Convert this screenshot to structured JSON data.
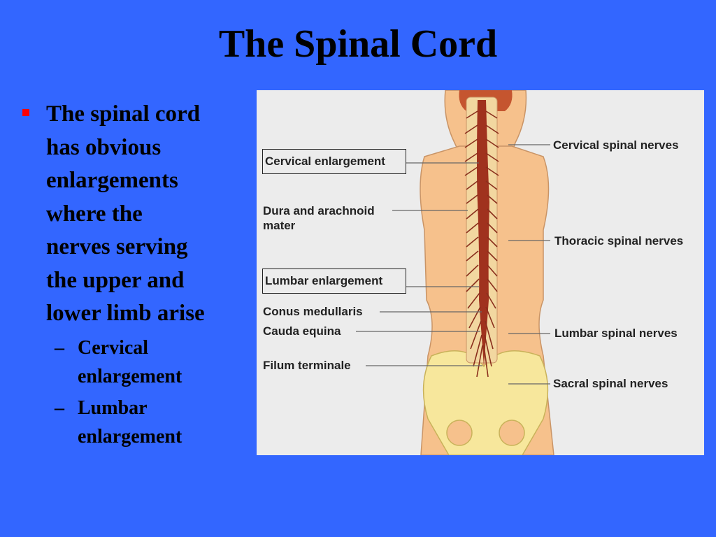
{
  "slide": {
    "title": "The Spinal Cord",
    "bullet": {
      "lines": [
        "The spinal cord",
        "has obvious",
        "enlargements",
        "where the",
        "nerves serving",
        "the upper and",
        "lower limb arise"
      ]
    },
    "sub_bullets": [
      {
        "dash": "–",
        "text": "Cervical enlargement"
      },
      {
        "dash": "–",
        "text": "Lumbar enlargement"
      }
    ],
    "colors": {
      "background": "#3366ff",
      "bullet_marker": "#ff0000",
      "skin": "#f6c18c",
      "cord": "#a0321e",
      "bone": "#f7e79c"
    }
  },
  "diagram": {
    "left_labels": {
      "cervical_enlargement": "Cervical enlargement",
      "dura_line1": "Dura and arachnoid",
      "dura_line2": "mater",
      "lumbar_enlargement": "Lumbar enlargement",
      "conus_medullaris": "Conus medullaris",
      "cauda_equina": "Cauda equina",
      "filum_terminale": "Filum terminale"
    },
    "right_labels": {
      "cervical_spinal_nerves": "Cervical spinal nerves",
      "thoracic_spinal_nerves": "Thoracic spinal nerves",
      "lumbar_spinal_nerves": "Lumbar spinal nerves",
      "sacral_spinal_nerves": "Sacral spinal nerves"
    }
  }
}
